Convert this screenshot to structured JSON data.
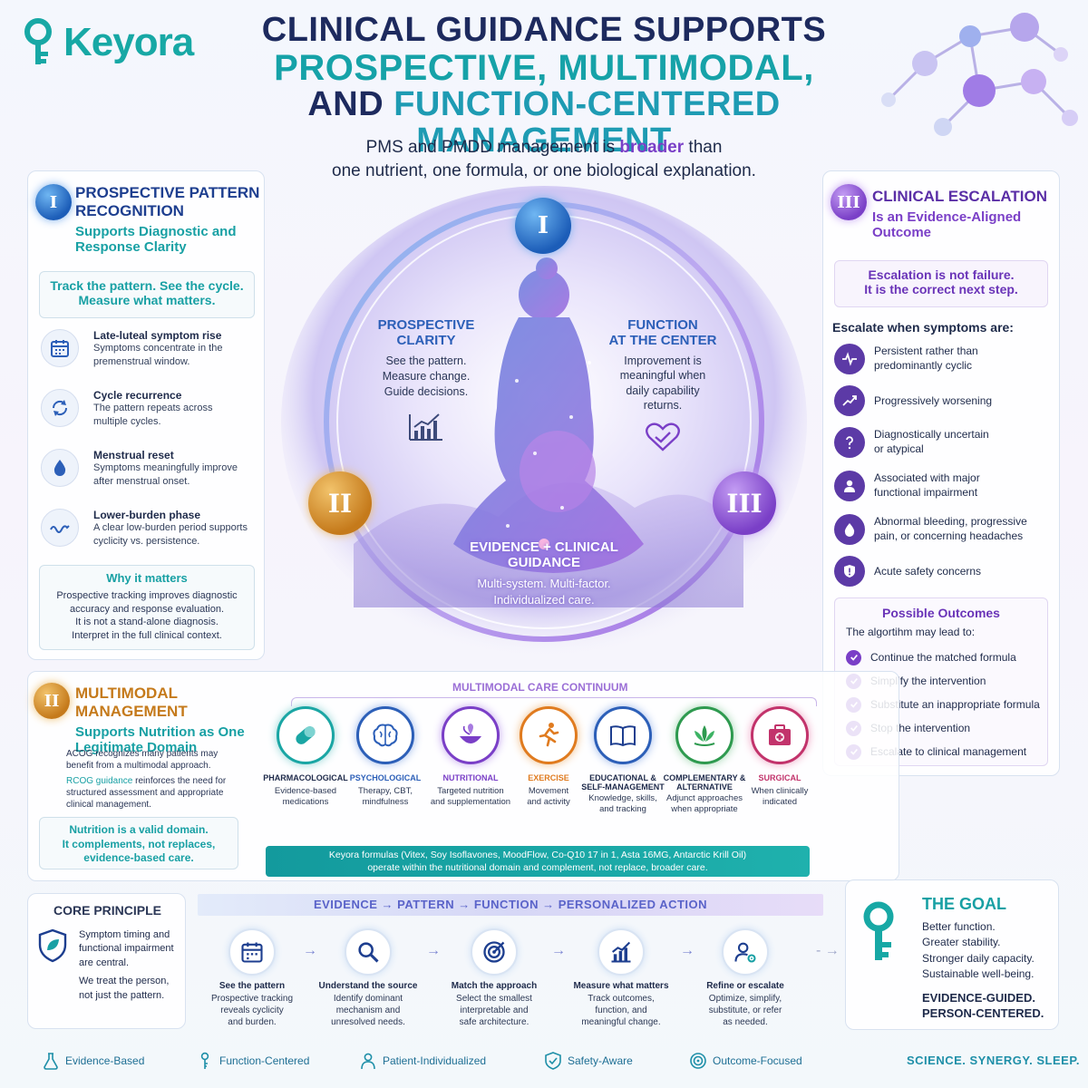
{
  "brand": {
    "name": "Keyora",
    "color": "#17a8a5"
  },
  "header": {
    "line1": "CLINICAL GUIDANCE SUPPORTS",
    "line2": "PROSPECTIVE, MULTIMODAL,",
    "line3a": "AND ",
    "line3b": "FUNCTION-CENTERED MANAGEMENT",
    "sub_pre": "PMS and PMDD management is ",
    "sub_hl": "broader",
    "sub_post": " than",
    "sub_line2": "one nutrient, one formula, or one biological explanation."
  },
  "panel1": {
    "numeral": "I",
    "title1": "PROSPECTIVE PATTERN",
    "title2": "RECOGNITION",
    "sub1": "Supports Diagnostic and",
    "sub2": "Response Clarity",
    "track1": "Track the pattern. See the cycle.",
    "track2": "Measure what matters.",
    "items": [
      {
        "icon": "calendar-icon",
        "title": "Late-luteal symptom rise",
        "d1": "Symptoms concentrate in the",
        "d2": "premenstrual window."
      },
      {
        "icon": "cycle-icon",
        "title": "Cycle recurrence",
        "d1": "The pattern repeats across",
        "d2": "multiple cycles."
      },
      {
        "icon": "droplet-icon",
        "title": "Menstrual reset",
        "d1": "Symptoms meaningfully improve",
        "d2": "after menstrual onset."
      },
      {
        "icon": "wave-icon",
        "title": "Lower-burden phase",
        "d1": "A clear low-burden period supports",
        "d2": "cyclicity vs. persistence."
      }
    ],
    "why_title": "Why it matters",
    "why1": "Prospective tracking improves diagnostic",
    "why2": "accuracy and response evaluation.",
    "why3": "It is not a stand-alone diagnosis.",
    "why4": "Interpret in the full clinical context."
  },
  "center": {
    "numerals": [
      "I",
      "II",
      "III"
    ],
    "left_title1": "PROSPECTIVE",
    "left_title2": "CLARITY",
    "left_d1": "See the pattern.",
    "left_d2": "Measure change.",
    "left_d3": "Guide decisions.",
    "right_title1": "FUNCTION",
    "right_title2": "AT THE CENTER",
    "right_d1": "Improvement is",
    "right_d2": "meaningful when",
    "right_d3": "daily capability",
    "right_d4": "returns.",
    "bottom_title1": "EVIDENCE + CLINICAL",
    "bottom_title2": "GUIDANCE",
    "bottom_d1": "Multi-system. Multi-factor.",
    "bottom_d2": "Individualized care."
  },
  "panel3": {
    "numeral": "III",
    "title": "CLINICAL ESCALATION",
    "sub1": "Is an Evidence-Aligned",
    "sub2": "Outcome",
    "note1": "Escalation is not failure.",
    "note2": "It is the correct next step.",
    "escalate_label": "Escalate when symptoms are:",
    "items": [
      {
        "icon": "pulse-icon",
        "l1": "Persistent rather than",
        "l2": "predominantly cyclic"
      },
      {
        "icon": "trend-up-icon",
        "l1": "Progressively worsening",
        "l2": ""
      },
      {
        "icon": "question-icon",
        "l1": "Diagnostically uncertain",
        "l2": "or atypical"
      },
      {
        "icon": "person-icon",
        "l1": "Associated with major",
        "l2": "functional impairment"
      },
      {
        "icon": "drop-icon",
        "l1": "Abnormal bleeding, progressive",
        "l2": "pain, or concerning headaches"
      },
      {
        "icon": "shield-alert-icon",
        "l1": "Acute safety concerns",
        "l2": ""
      }
    ],
    "outcomes_title": "Possible Outcomes",
    "outcomes_intro": "The algortihm may lead to:",
    "outcomes": [
      "Continue the matched formula",
      "Simplify the intervention",
      "Substitute an inappropriate formula",
      "Stop the intervention",
      "Escalate to clinical management"
    ]
  },
  "panel2": {
    "numeral": "II",
    "title": "MULTIMODAL MANAGEMENT",
    "sub1": "Supports Nutrition as One",
    "sub2": "Legitimate Domain",
    "acog1": "ACOG recognizes many patients may",
    "acog2": "benefit from a multimodal approach.",
    "rcog_hl": "RCOG guidance",
    "rcog1": " reinforces the need for",
    "rcog2": "structured assessment and appropriate",
    "rcog3": "clinical management.",
    "nut1": "Nutrition is a valid domain.",
    "nut2": "It complements, not replaces,",
    "nut3": "evidence-based care.",
    "continuum_label": "MULTIMODAL CARE CONTINUUM",
    "domains": [
      {
        "icon": "pill-icon",
        "t1": "PHARMACOLOGICAL",
        "t2": "",
        "d1": "Evidence-based",
        "d2": "medications",
        "d3": "",
        "color": "#1aa6a4"
      },
      {
        "icon": "brain-icon",
        "t1": "PSYCHOLOGICAL",
        "t2": "",
        "d1": "Therapy, CBT,",
        "d2": "mindfulness",
        "d3": "",
        "color": "#2c5fb8"
      },
      {
        "icon": "bowl-icon",
        "t1": "NUTRITIONAL",
        "t2": "",
        "d1": "Targeted nutrition",
        "d2": "and supplementation",
        "d3": "",
        "color": "#7a3fc7"
      },
      {
        "icon": "runner-icon",
        "t1": "EXERCISE",
        "t2": "",
        "d1": "Movement",
        "d2": "and activity",
        "d3": "",
        "color": "#e07b1f"
      },
      {
        "icon": "book-icon",
        "t1": "EDUCATIONAL &",
        "t2": "SELF-MANAGEMENT",
        "d1": "Knowledge, skills,",
        "d2": "and tracking",
        "d3": "",
        "color": "#2c5fb8"
      },
      {
        "icon": "lotus-icon",
        "t1": "COMPLEMENTARY &",
        "t2": "ALTERNATIVE",
        "d1": "Adjunct approaches",
        "d2": "when appropriate",
        "d3": "",
        "color": "#2e9a4f"
      },
      {
        "icon": "medkit-icon",
        "t1": "SURGICAL",
        "t2": "",
        "d1": "When clinically",
        "d2": "indicated",
        "d3": "",
        "color": "#c2336b"
      }
    ],
    "banner1": "Keyora formulas (Vitex, Soy Isoflavones, MoodFlow, Co-Q10 17 in 1, Asta 16MG, Antarctic Krill Oil)",
    "banner2": "operate within the nutritional domain and complement, not replace, broader care."
  },
  "core": {
    "label": "CORE PRINCIPLE",
    "l1": "Symptom timing and",
    "l2": "functional impairment",
    "l3": "are central.",
    "l4": "We treat the person,",
    "l5": "not just the pattern."
  },
  "pathway": {
    "banner": "EVIDENCE → PATTERN → FUNCTION → PERSONALIZED ACTION",
    "steps": [
      {
        "icon": "calendar-icon",
        "title": "See the pattern",
        "d1": "Prospective tracking",
        "d2": "reveals cyclicity",
        "d3": "and burden."
      },
      {
        "icon": "search-icon",
        "title": "Understand the source",
        "d1": "Identify dominant",
        "d2": "mechanism and",
        "d3": "unresolved needs."
      },
      {
        "icon": "target-icon",
        "title": "Match the approach",
        "d1": "Select the smallest",
        "d2": "interpretable and",
        "d3": "safe architecture."
      },
      {
        "icon": "chart-icon",
        "title": "Measure what matters",
        "d1": "Track outcomes,",
        "d2": "function, and",
        "d3": "meaningful change."
      },
      {
        "icon": "person-gear-icon",
        "title": "Refine or escalate",
        "d1": "Optimize, simplify,",
        "d2": "substitute, or refer",
        "d3": "as needed."
      }
    ]
  },
  "goal": {
    "title": "THE GOAL",
    "l1": "Better function.",
    "l2": "Greater stability.",
    "l3": "Stronger daily capacity.",
    "l4": "Sustainable well-being.",
    "b1": "EVIDENCE-GUIDED.",
    "b2": "PERSON-CENTERED."
  },
  "footer": {
    "items": [
      {
        "icon": "flask-icon",
        "label": "Evidence-Based"
      },
      {
        "icon": "key-person-icon",
        "label": "Function-Centered"
      },
      {
        "icon": "patient-icon",
        "label": "Patient-Individualized"
      },
      {
        "icon": "shield-check-icon",
        "label": "Safety-Aware"
      },
      {
        "icon": "target-icon",
        "label": "Outcome-Focused"
      }
    ],
    "tagline": "SCIENCE. SYNERGY. SLEEP."
  }
}
